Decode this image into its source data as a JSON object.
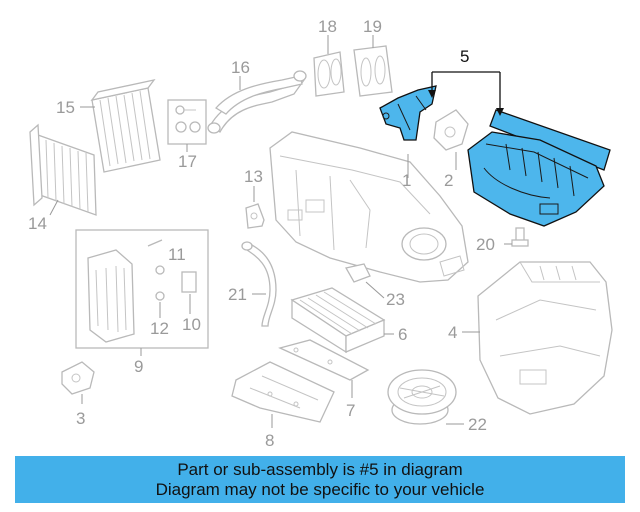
{
  "callouts": {
    "c1": "1",
    "c2": "2",
    "c3": "3",
    "c4": "4",
    "c5": "5",
    "c6": "6",
    "c7": "7",
    "c8": "8",
    "c9": "9",
    "c10": "10",
    "c11": "11",
    "c12": "12",
    "c13": "13",
    "c14": "14",
    "c15": "15",
    "c16": "16",
    "c17": "17",
    "c18": "18",
    "c19": "19",
    "c20": "20",
    "c21": "21",
    "c22": "22",
    "c23": "23"
  },
  "highlight_part": "5",
  "colors": {
    "highlight": "#4db6ec",
    "banner": "#42b0ea",
    "line_art": "#b9b9b9"
  },
  "banner": {
    "line1": "Part or sub-assembly is #5 in diagram",
    "line2": "Diagram may not be specific to your vehicle"
  }
}
